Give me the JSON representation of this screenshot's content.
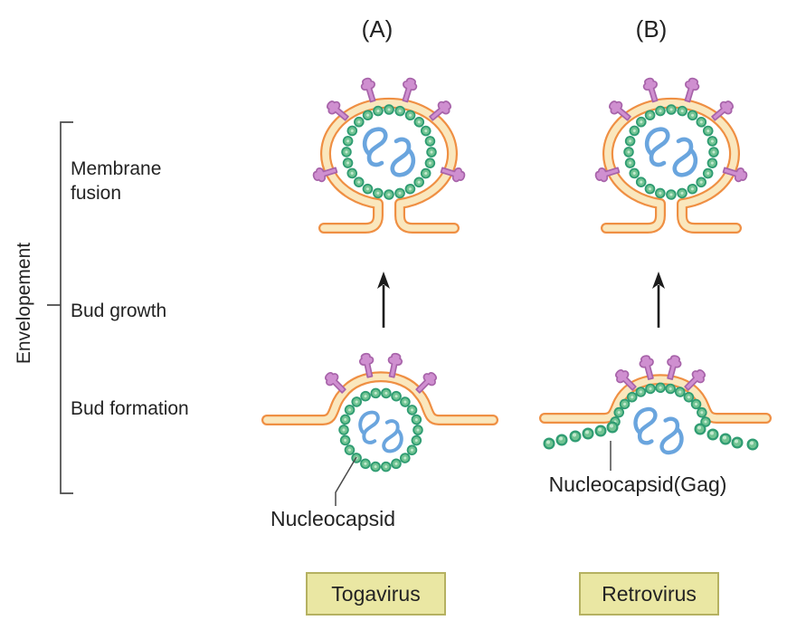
{
  "figure": {
    "type": "virus-envelopment-diagram",
    "bracket_label": "Envelopement",
    "stages": [
      {
        "label": "Membrane\nfusion"
      },
      {
        "label": "Bud growth"
      },
      {
        "label": "Bud formation"
      }
    ],
    "columns": [
      {
        "label": "(A)",
        "virus": "Togavirus",
        "capsid_label": "Nucleocapsid"
      },
      {
        "label": "(B)",
        "virus": "Retrovirus",
        "capsid_label": "Nucleocapsid(Gag)"
      }
    ],
    "icons": [
      "envelope-membrane",
      "nucleocapsid-bead-ring",
      "genome-strand",
      "spike-glycoprotein",
      "up-arrow"
    ]
  },
  "colors": {
    "membrane-stroke": "#ef8f43",
    "membrane-fill": "#fae7bd",
    "bead-stroke": "#2f9c72",
    "bead-fill": "#72c493",
    "bead-hi": "#c2e8cd",
    "genome": "#6aa5de",
    "spike-fill": "#cf8fd0",
    "spike-stroke": "#a763a9",
    "box-fill": "#eae7a3",
    "box-border": "#b5b161",
    "ink": "#1c1c1c",
    "ink2": "#4a4a4a",
    "text": "#232323",
    "bg": "#ffffff"
  }
}
